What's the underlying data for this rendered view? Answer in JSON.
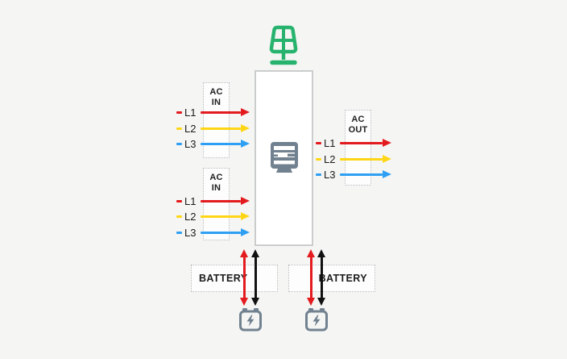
{
  "colors": {
    "red": "#e31b1e",
    "yellow": "#ffd616",
    "blue": "#2e9ff2",
    "black": "#111111",
    "green": "#27b36e",
    "slate": "#71818f",
    "background": "#f5f6f4"
  },
  "groups": {
    "ac_in_top": {
      "title_line1": "AC",
      "title_line2": "IN",
      "phases": [
        {
          "label": "L1",
          "color": "red"
        },
        {
          "label": "L2",
          "color": "yellow"
        },
        {
          "label": "L3",
          "color": "blue"
        }
      ]
    },
    "ac_in_bottom": {
      "title_line1": "AC",
      "title_line2": "IN",
      "phases": [
        {
          "label": "L1",
          "color": "red"
        },
        {
          "label": "L2",
          "color": "yellow"
        },
        {
          "label": "L3",
          "color": "blue"
        }
      ]
    },
    "ac_out": {
      "title_line1": "AC",
      "title_line2": "OUT",
      "phases": [
        {
          "label": "L1",
          "color": "red"
        },
        {
          "label": "L2",
          "color": "yellow"
        },
        {
          "label": "L3",
          "color": "blue"
        }
      ]
    },
    "battery_left": {
      "label": "BATTERY",
      "arrow_colors": [
        "red",
        "black"
      ]
    },
    "battery_right": {
      "label": "BATTERY",
      "arrow_colors": [
        "red",
        "black"
      ]
    }
  },
  "icons": {
    "solar_panel": "solar-panel-icon",
    "inverter": "inverter-icon",
    "battery": "battery-icon"
  }
}
